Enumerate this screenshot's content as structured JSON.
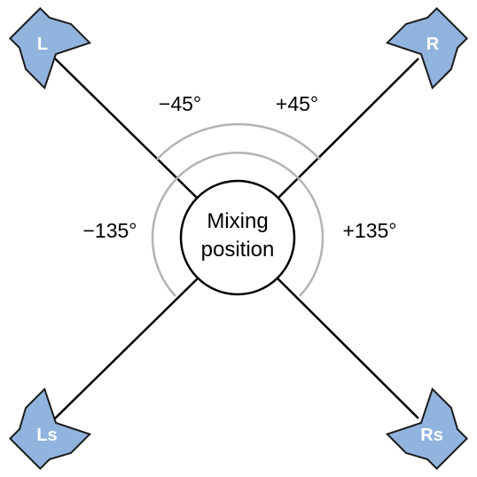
{
  "speakers": [
    {
      "id": "front-left",
      "label": "L"
    },
    {
      "id": "front-right",
      "label": "R"
    },
    {
      "id": "surround-left",
      "label": "Ls"
    },
    {
      "id": "surround-right",
      "label": "Rs"
    }
  ],
  "angles": [
    {
      "id": "minus-45",
      "text": "−45°"
    },
    {
      "id": "plus-45",
      "text": "+45°"
    },
    {
      "id": "minus-135",
      "text": "−135°"
    },
    {
      "id": "plus-135",
      "text": "+135°"
    }
  ],
  "center": {
    "line1": "Mixing",
    "line2": "position"
  },
  "colors": {
    "speaker_fill": "#91b4de",
    "speaker_stroke": "#1a1a1a",
    "line": "#000000",
    "arc": "#b3b3b3"
  }
}
